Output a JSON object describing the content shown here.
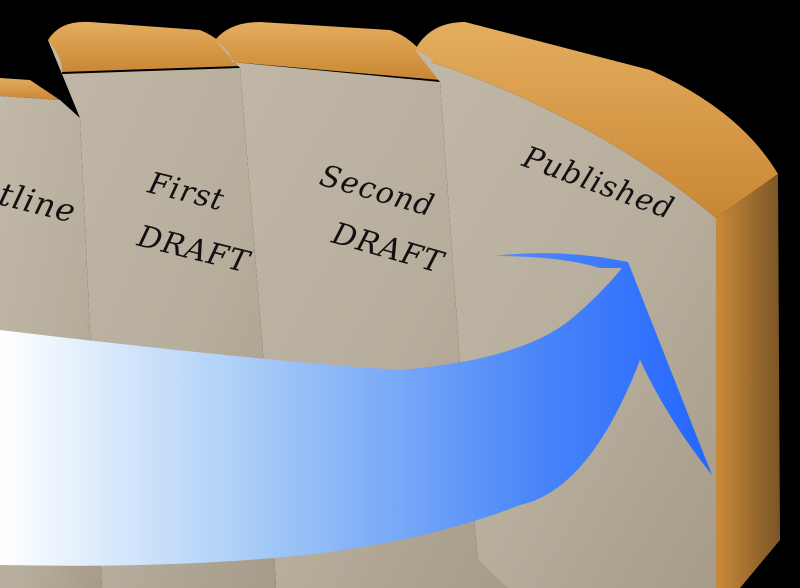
{
  "books": [
    {
      "id": "outline",
      "lines": [
        "tline"
      ]
    },
    {
      "id": "first",
      "lines": [
        "First",
        "DRAFT"
      ]
    },
    {
      "id": "second",
      "lines": [
        "Second",
        "DRAFT"
      ]
    },
    {
      "id": "published",
      "lines": [
        "Published"
      ]
    }
  ],
  "colors": {
    "background": "#000000",
    "cover": "#bcb2a2",
    "cover_shadow": "#a89d8c",
    "page_edge": "#d79a4a",
    "page_edge_dark": "#b7782f",
    "arrow_start": "#ffffff",
    "arrow_end": "#2a6cff"
  }
}
